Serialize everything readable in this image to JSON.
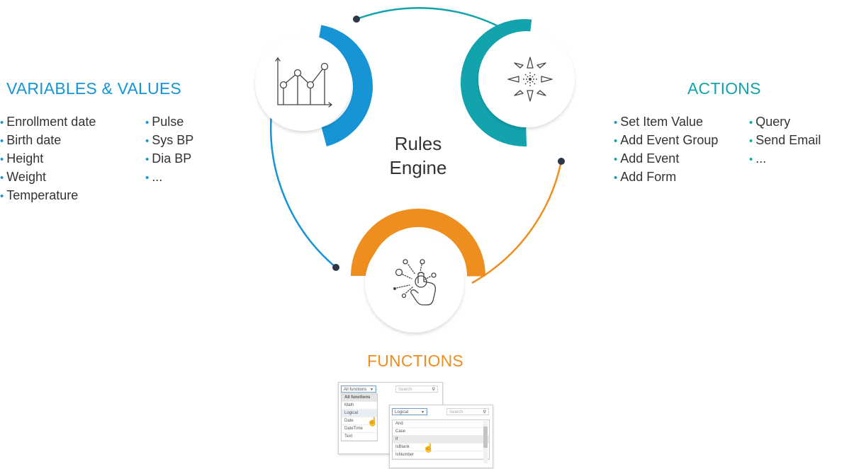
{
  "diagram": {
    "center_label_line1": "Rules",
    "center_label_line2": "Engine",
    "colors": {
      "blue": "#1694d6",
      "teal": "#12a3ad",
      "orange": "#ee8e1e"
    }
  },
  "variables": {
    "heading": "VARIABLES & VALUES",
    "col1": [
      "Enrollment date",
      "Birth date",
      "Height",
      "Weight",
      "Temperature"
    ],
    "col2": [
      "Pulse",
      "Sys BP",
      "Dia BP",
      "..."
    ]
  },
  "actions": {
    "heading": "ACTIONS",
    "col1": [
      "Set Item Value",
      "Add Event Group",
      "Add Event",
      "Add Form"
    ],
    "col2": [
      "Query",
      "Send Email",
      "..."
    ]
  },
  "functions": {
    "heading": "FUNCTIONS",
    "mini_ui": {
      "back_select": "All functions",
      "back_search": "Search",
      "back_options": [
        "All functions",
        "Math",
        "Logical",
        "Date",
        "DateTime",
        "Text"
      ],
      "front_select": "Logical",
      "front_search": "Search",
      "front_options": [
        "And",
        "Case",
        "If",
        "IsBlank",
        "IsNumber"
      ]
    }
  },
  "icons": [
    "line-chart-icon",
    "arrows-burst-icon",
    "touch-tap-icon",
    "pointer-hand-icon",
    "search-icon",
    "dropdown-arrow-icon"
  ]
}
